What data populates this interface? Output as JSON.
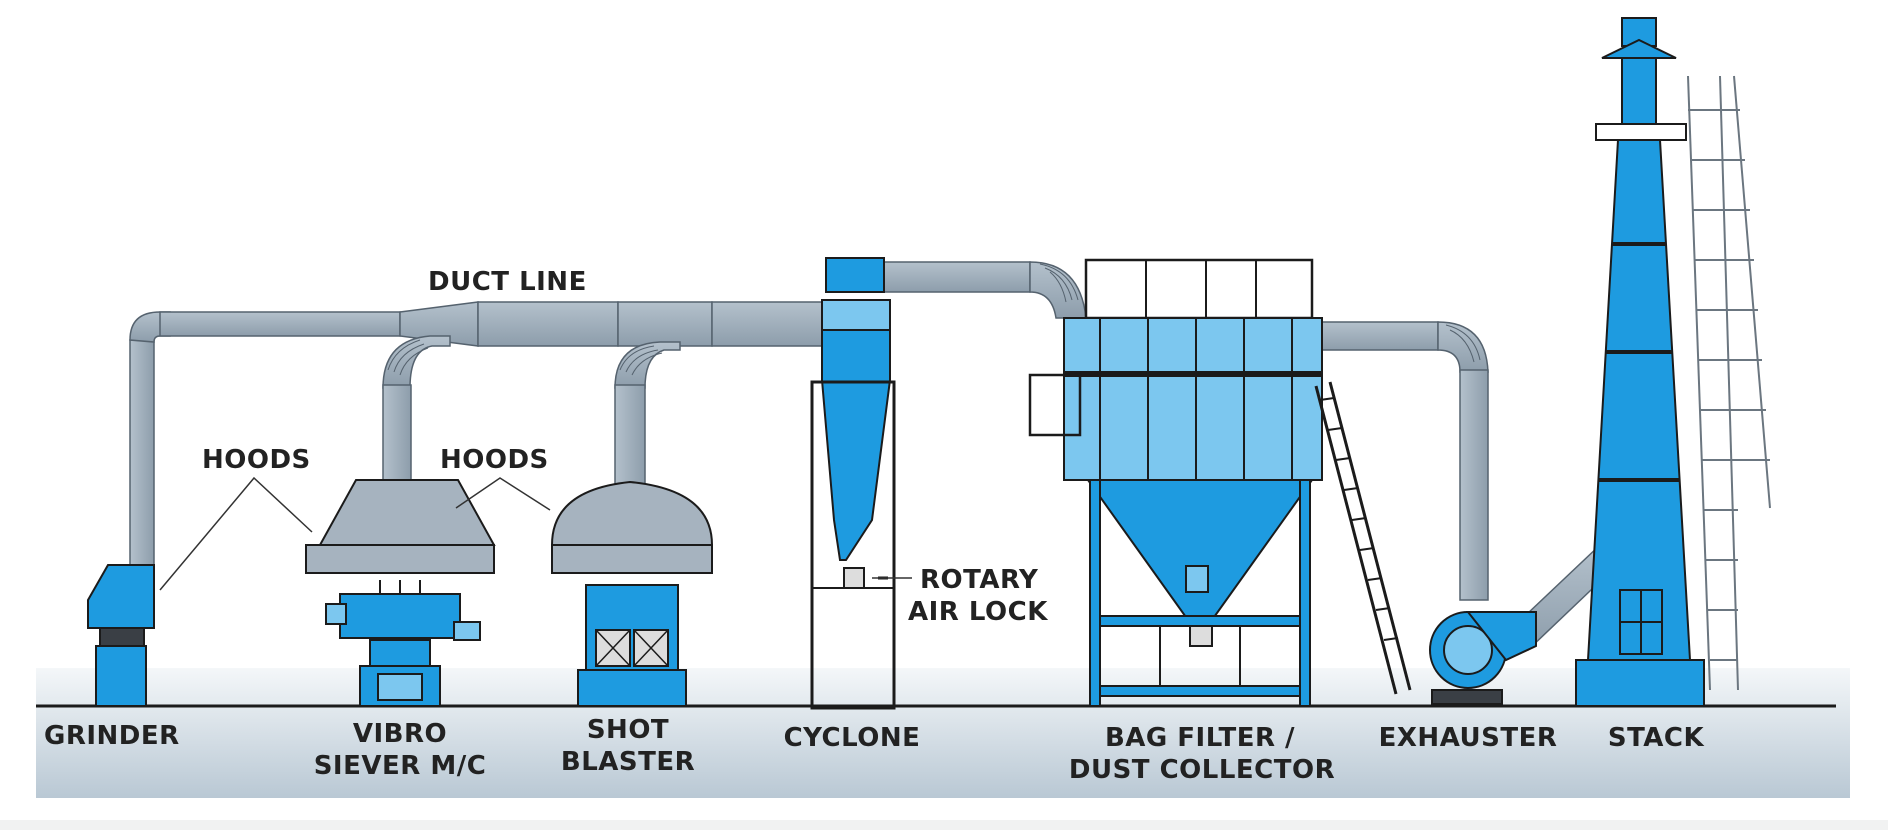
{
  "labels": {
    "duct_line": "DUCT LINE",
    "hoods_1": "HOODS",
    "hoods_2": "HOODS",
    "rotary_line1": "ROTARY",
    "rotary_line2": "AIR LOCK",
    "grinder": "GRINDER",
    "vibro_line1": "VIBRO",
    "vibro_line2": "SIEVER M/C",
    "shot_line1": "SHOT",
    "shot_line2": "BLASTER",
    "cyclone": "CYCLONE",
    "bag_line1": "BAG FILTER /",
    "bag_line2": "DUST COLLECTOR",
    "exhauster": "EXHAUSTER",
    "stack": "STACK"
  },
  "colors": {
    "equipment_blue": "#1e9be0",
    "light_blue": "#7cc7ef",
    "duct_gray": "#9aaab8",
    "outline": "#1b1b1b",
    "ground_top": "#f4f7f9",
    "ground_bottom": "#b9c8d4"
  }
}
